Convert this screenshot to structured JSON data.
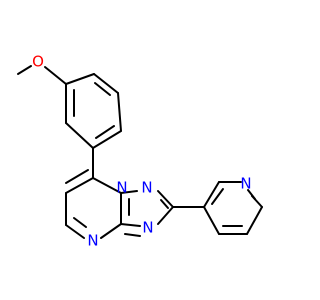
{
  "atoms": {
    "oxygen": "O",
    "nitrogen_1": "N",
    "nitrogen_2": "N",
    "nitrogen_3": "N",
    "nitrogen_4": "N",
    "nitrogen_5": "N"
  },
  "colors": {
    "bond": "#000000",
    "nitrogen": "#0000ff",
    "oxygen": "#ff0000",
    "background": "#ffffff"
  }
}
